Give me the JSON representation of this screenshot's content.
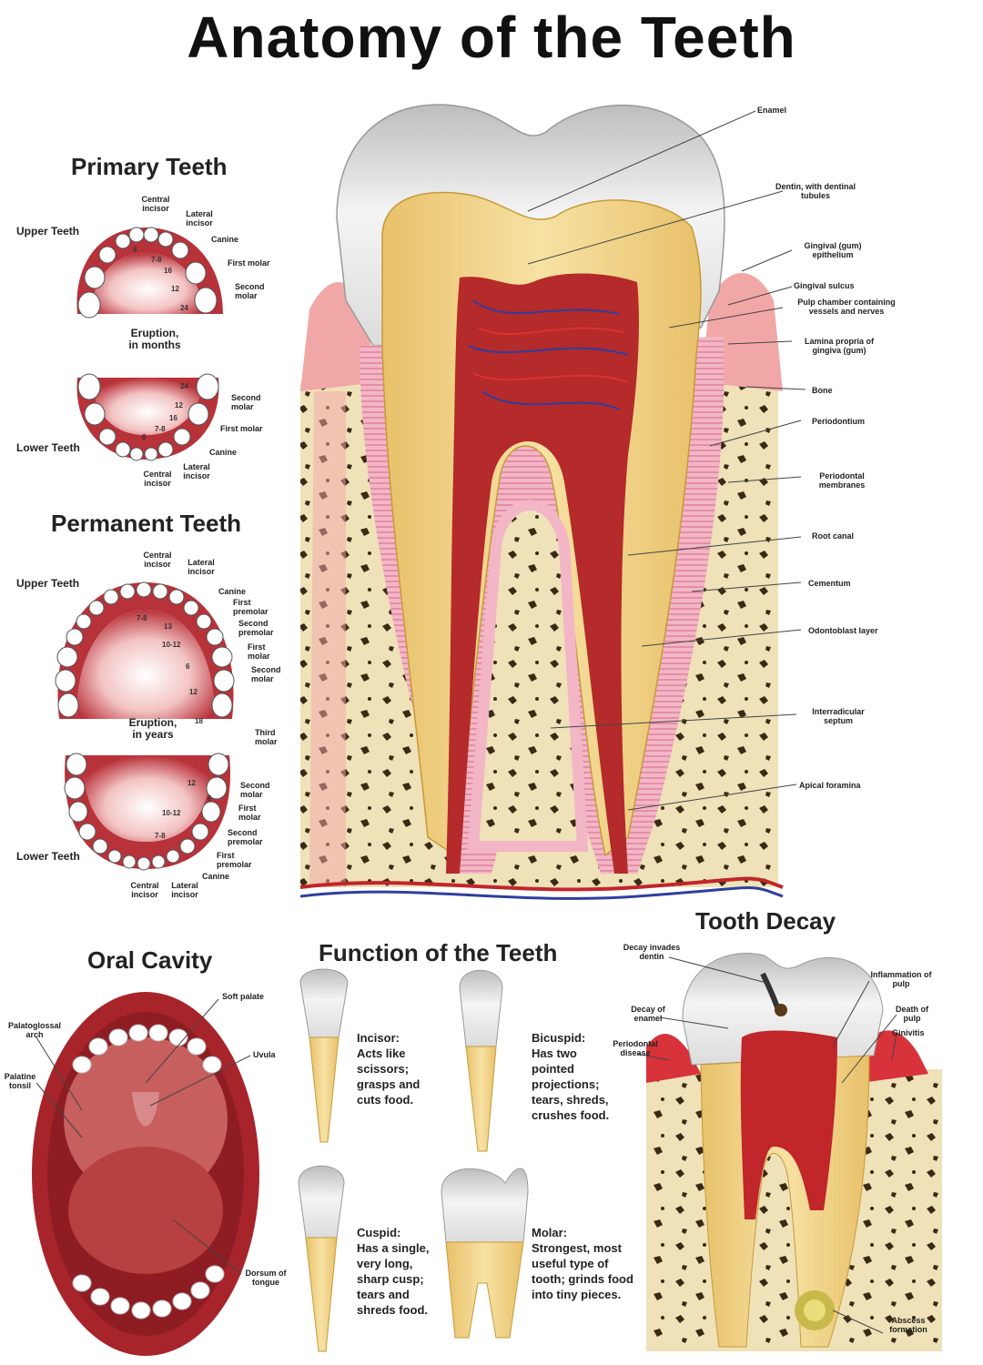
{
  "title": "Anatomy of the Teeth",
  "primary": {
    "heading": "Primary Teeth",
    "upper_label": "Upper Teeth",
    "lower_label": "Lower Teeth",
    "eruption_caption": "Eruption,\nin months",
    "upper_teeth": [
      "Central incisor",
      "Lateral incisor",
      "Canine",
      "First molar",
      "Second molar"
    ],
    "lower_teeth": [
      "Second molar",
      "First molar",
      "Canine",
      "Lateral incisor",
      "Central incisor"
    ],
    "upper_numbers": [
      "6",
      "7-8",
      "16",
      "12",
      "24"
    ],
    "lower_numbers": [
      "24",
      "12",
      "16",
      "7-8",
      "6"
    ]
  },
  "permanent": {
    "heading": "Permanent Teeth",
    "upper_label": "Upper Teeth",
    "lower_label": "Lower Teeth",
    "eruption_caption": "Eruption,\nin years",
    "third_molar": "Third molar",
    "third_molar_number": "18",
    "upper_teeth": [
      "Central incisor",
      "Lateral incisor",
      "Canine",
      "First premolar",
      "Second premolar",
      "First molar",
      "Second molar"
    ],
    "lower_teeth": [
      "Second molar",
      "First molar",
      "Second premolar",
      "First premolar",
      "Canine",
      "Central incisor",
      "Lateral incisor"
    ],
    "upper_numbers": [
      "7-8",
      "13",
      "10-12",
      "6",
      "12"
    ],
    "lower_numbers": [
      "12",
      "6",
      "10-12",
      "7-8"
    ]
  },
  "main_tooth_labels": [
    "Enamel",
    "Dentin, with dentinal tubules",
    "Gingival (gum) epithelium",
    "Gingival sulcus",
    "Pulp chamber containing vessels and nerves",
    "Lamina propria of gingiva (gum)",
    "Bone",
    "Periodontium",
    "Periodontal membranes",
    "Root canal",
    "Cementum",
    "Odontoblast layer",
    "Interradicular septum",
    "Apical foramina"
  ],
  "oral_cavity": {
    "heading": "Oral Cavity",
    "labels": [
      "Soft palate",
      "Palatoglossal arch",
      "Uvula",
      "Palatine tonsil",
      "Dorsum of tongue"
    ]
  },
  "function": {
    "heading": "Function of the Teeth",
    "items": [
      {
        "name": "Incisor:",
        "text": "Acts like scissors; grasps and cuts food."
      },
      {
        "name": "Bicuspid:",
        "text": "Has two pointed projections; tears, shreds, crushes food."
      },
      {
        "name": "Cuspid:",
        "text": "Has a single, very long, sharp cusp; tears and shreds food."
      },
      {
        "name": "Molar:",
        "text": "Strongest, most useful type of tooth; grinds food into tiny pieces."
      }
    ]
  },
  "decay": {
    "heading": "Tooth Decay",
    "labels": [
      "Decay invades dentin",
      "Inflammation of pulp",
      "Decay of enamel",
      "Death of pulp",
      "Periodontal disease",
      "Ginivitis",
      "Abscess formation"
    ]
  },
  "colors": {
    "enamel": "#e6e6e6",
    "dentin": "#f2d585",
    "gum": "#f2a7a7",
    "pulp": "#b52a2a",
    "bone": "#efe1b8",
    "mouth": "#a8242b"
  }
}
